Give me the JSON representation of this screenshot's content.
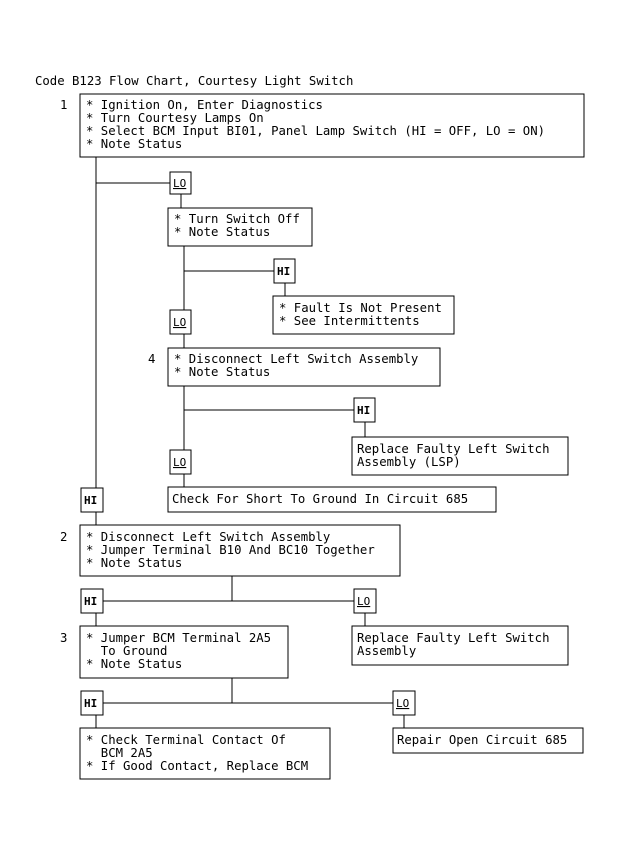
{
  "title": "Code B123 Flow Chart, Courtesy Light Switch",
  "steps": {
    "s1_num": "1",
    "s1": [
      "* Ignition On, Enter Diagnostics",
      "* Turn Courtesy Lamps On",
      "* Select BCM Input BI01, Panel Lamp Switch (HI = OFF, LO = ON)",
      "* Note Status"
    ],
    "turn_off": [
      "* Turn Switch Off",
      "* Note Status"
    ],
    "fault_not_present": [
      "* Fault Is Not Present",
      "* See Intermittents"
    ],
    "s4_num": "4",
    "s4": [
      "* Disconnect Left Switch Assembly",
      "* Note Status"
    ],
    "replace_lsp": [
      "Replace Faulty Left Switch",
      "Assembly (LSP)"
    ],
    "short_ground": "Check For Short To Ground In Circuit 685",
    "s2_num": "2",
    "s2": [
      "* Disconnect Left Switch Assembly",
      "* Jumper Terminal B10 And BC10 Together",
      "* Note Status"
    ],
    "replace_assembly": [
      "Replace Faulty Left Switch",
      "Assembly"
    ],
    "s3_num": "3",
    "s3": [
      "* Jumper BCM Terminal 2A5",
      "  To Ground",
      "* Note Status"
    ],
    "check_contact": [
      "* Check Terminal Contact Of",
      "  BCM 2A5",
      "* If Good Contact, Replace BCM"
    ],
    "repair_open": "Repair Open Circuit 685"
  },
  "labels": {
    "hi": "HI",
    "lo": "LO"
  }
}
